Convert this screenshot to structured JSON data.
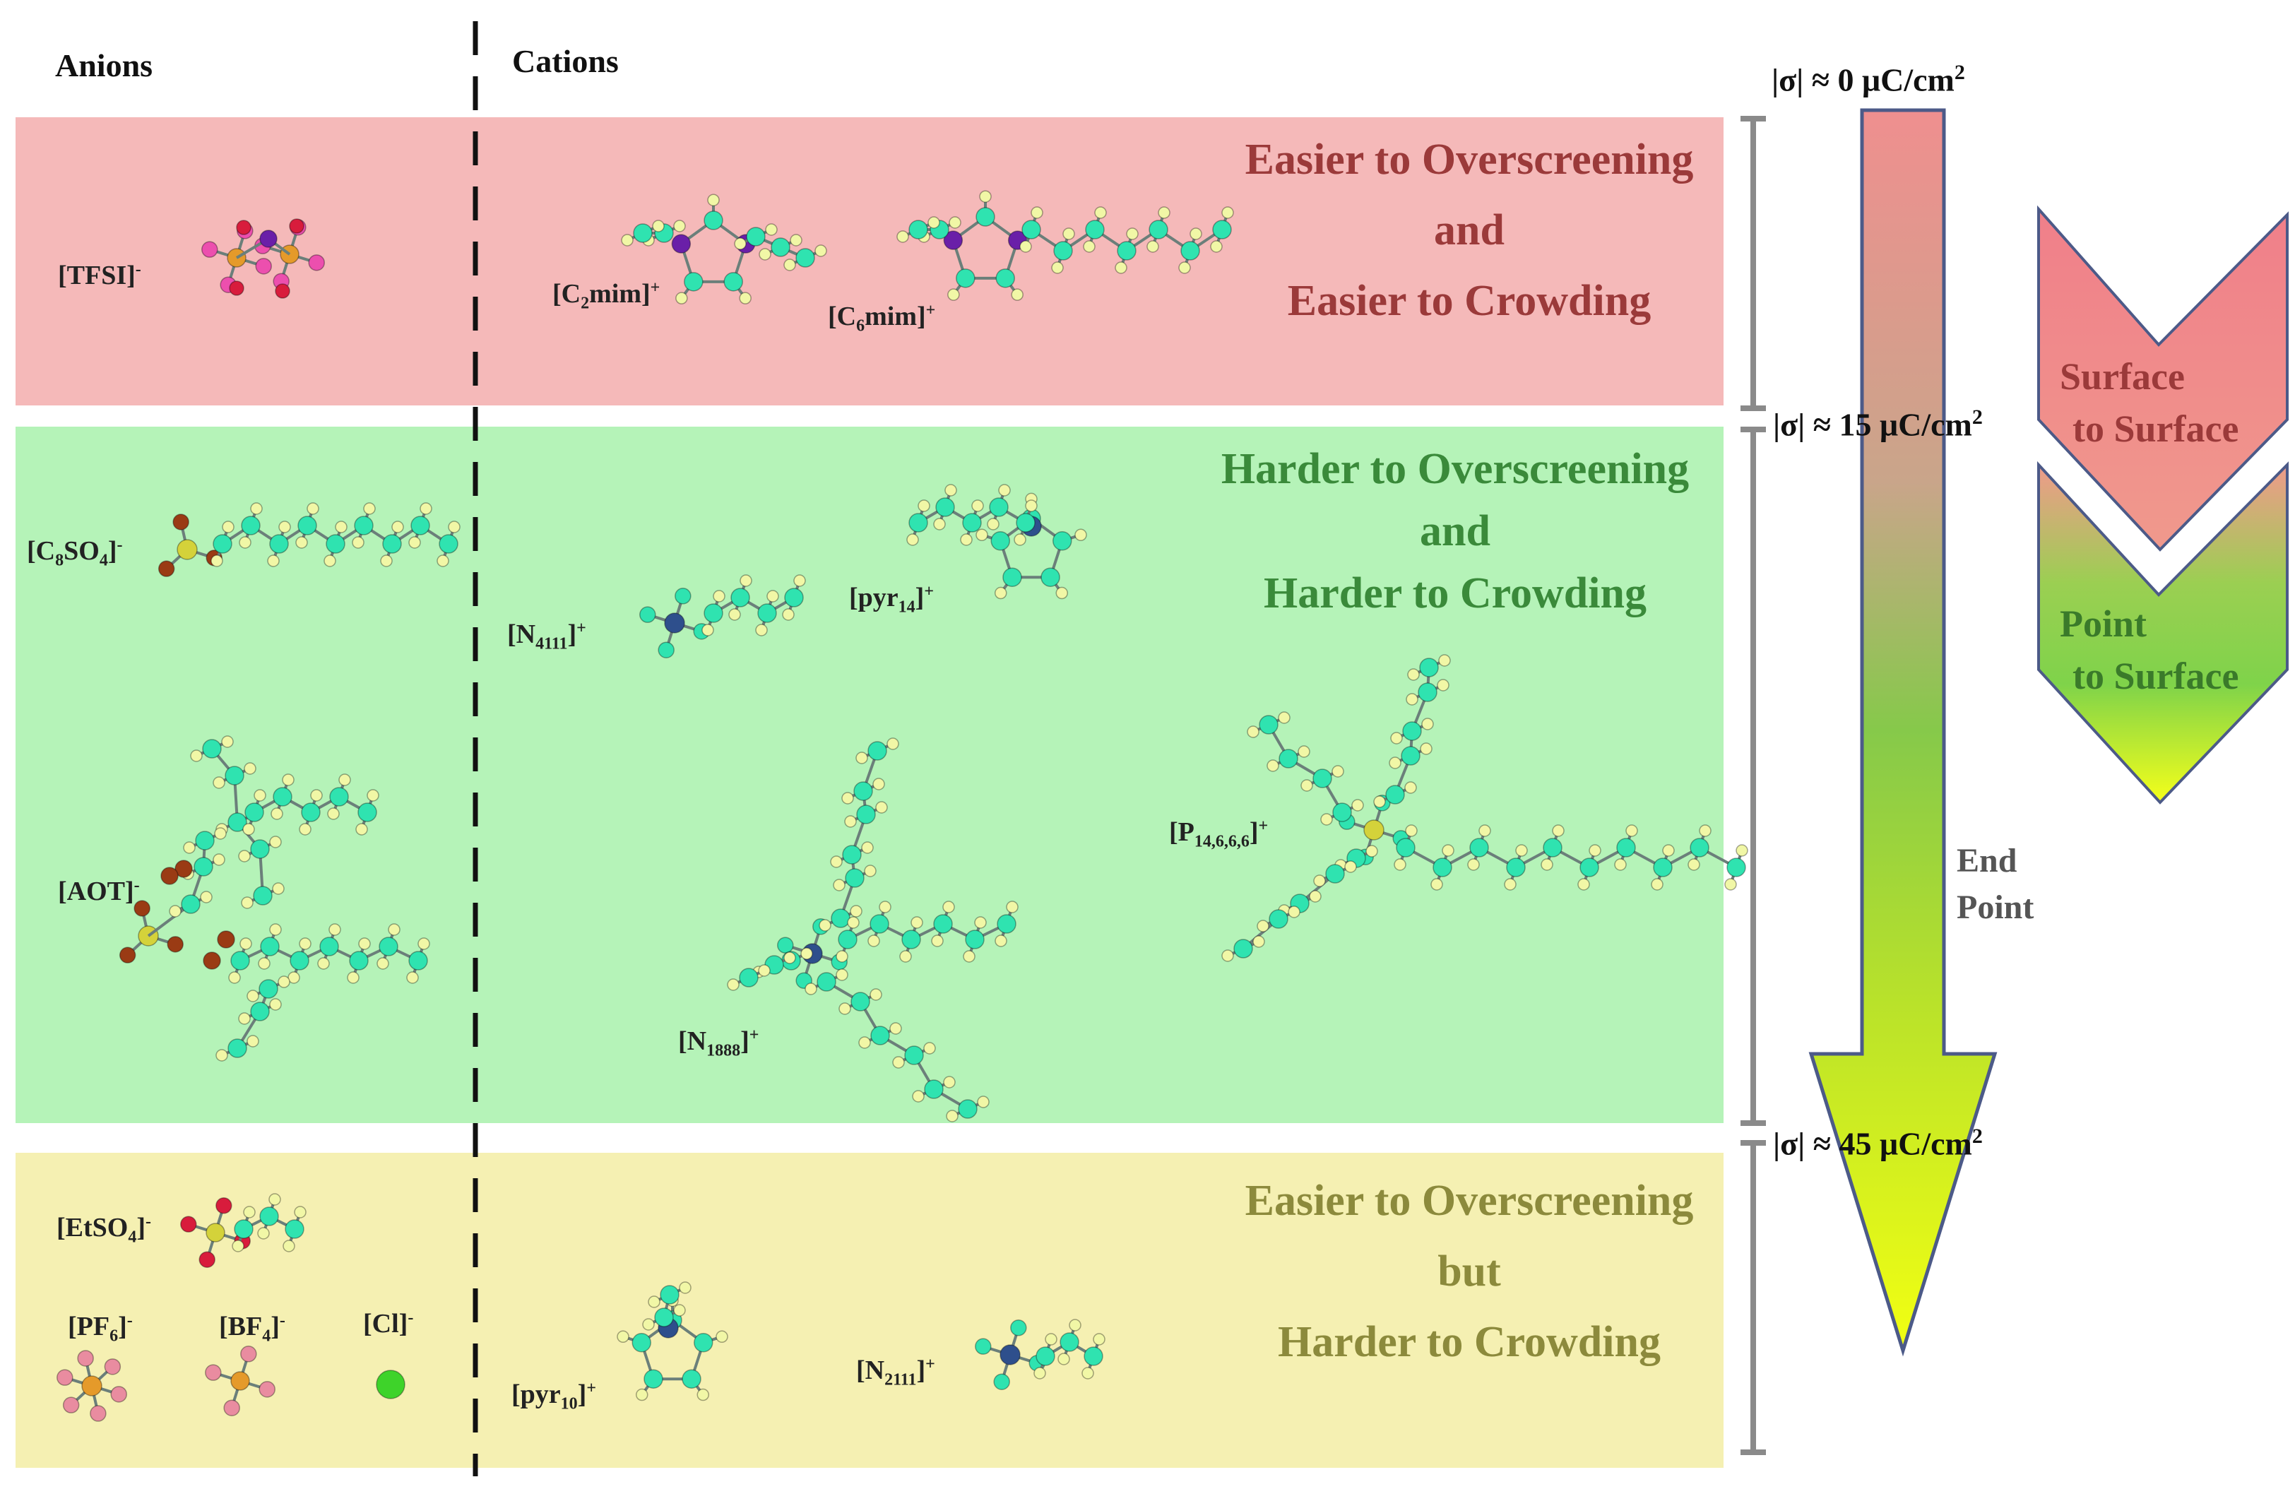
{
  "headers": {
    "anions": "Anions",
    "cations": "Cations"
  },
  "bands": {
    "red": {
      "line1": "Easier to Overscreening",
      "line2": "and",
      "line3": "Easier to Crowding"
    },
    "green": {
      "line1": "Harder to Overscreening",
      "line2": "and",
      "line3": "Harder to Crowding"
    },
    "yellow": {
      "line1": "Easier to Overscreening",
      "line2": "but",
      "line3": "Harder to Crowding"
    }
  },
  "ions": {
    "tfsi": {
      "base": "[TFSI]",
      "sup": "-"
    },
    "c2mim": {
      "a": "[C",
      "sub": "2",
      "b": "mim]",
      "sup": "+"
    },
    "c6mim": {
      "a": "[C",
      "sub": "6",
      "b": "mim]",
      "sup": "+"
    },
    "c8so4": {
      "a": "[C",
      "sub1": "8",
      "b": "SO",
      "sub2": "4",
      "c": "]",
      "sup": "-"
    },
    "n4111": {
      "a": "[N",
      "sub": "4111",
      "b": "]",
      "sup": "+"
    },
    "pyr14": {
      "a": "[pyr",
      "sub": "14",
      "b": "]",
      "sup": "+"
    },
    "aot": {
      "base": "[AOT]",
      "sup": "-"
    },
    "n1888": {
      "a": "[N",
      "sub": "1888",
      "b": "]",
      "sup": "+"
    },
    "p14666": {
      "a": "[P",
      "sub": "14,6,6,6",
      "b": "]",
      "sup": "+"
    },
    "etso4": {
      "a": "[EtSO",
      "sub": "4",
      "b": "]",
      "sup": "-"
    },
    "pf6": {
      "a": "[PF",
      "sub": "6",
      "b": "]",
      "sup": "-"
    },
    "bf4": {
      "a": "[BF",
      "sub": "4",
      "b": "]",
      "sup": "-"
    },
    "cl": {
      "base": "[Cl]",
      "sup": "-"
    },
    "pyr10": {
      "a": "[pyr",
      "sub": "10",
      "b": "]",
      "sup": "+"
    },
    "n2111": {
      "a": "[N",
      "sub": "2111",
      "b": "]",
      "sup": "+"
    }
  },
  "sigma_labels": {
    "s0": {
      "text": "|σ| ≈ 0 μC/cm",
      "sup": "2"
    },
    "s15": {
      "text": "|σ| ≈ 15 μC/cm",
      "sup": "2"
    },
    "s45": {
      "text": "|σ| ≈ 45 μC/cm",
      "sup": "2"
    }
  },
  "arrow": {
    "end_line1": "End",
    "end_line2": "Point"
  },
  "chevrons": {
    "top": {
      "line1": "Surface",
      "line2": "to Surface"
    },
    "bottom": {
      "line1": "Point",
      "line2": "to Surface"
    }
  },
  "colors": {
    "red_band": "#f5b9b9",
    "green_band": "#b5f3b8",
    "yellow_band": "#f5f0b2",
    "arrow_top": "#ef8f8f",
    "arrow_mid": "#79c73e",
    "arrow_bottom": "#f2ff12",
    "carbon": "#2fe3b0",
    "hydrogen": "#f1f7a6",
    "nitrogen_imid": "#6a1fa8",
    "nitrogen_amm": "#2e4f8c",
    "oxygen_red": "#d81c3c",
    "oxygen_brown": "#9a3b14",
    "sulfur": "#d4d23a",
    "fluorine_pink": "#ec4fae",
    "chloride": "#3ed32a"
  }
}
